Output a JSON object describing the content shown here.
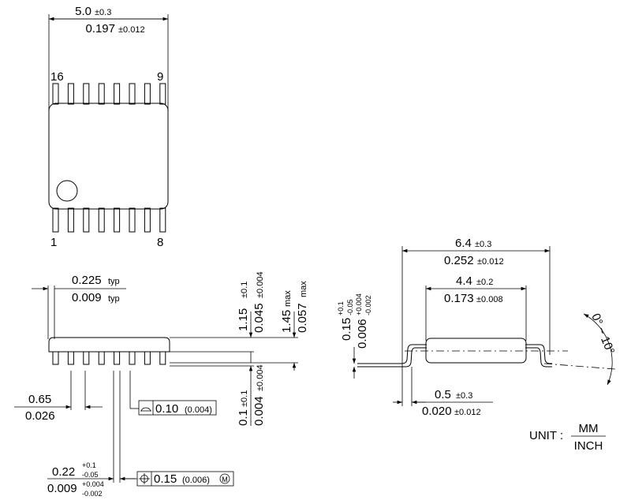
{
  "top_view": {
    "width_mm": "5.0",
    "width_mm_tol": "±0.3",
    "width_in": "0.197",
    "width_in_tol": "±0.012",
    "pin_16": "16",
    "pin_9": "9",
    "pin_1": "1",
    "pin_8": "8"
  },
  "side_view": {
    "lead_width_top_mm": "0.225",
    "lead_width_top_mm_note": "typ",
    "lead_width_top_in": "0.009",
    "lead_width_top_in_note": "typ",
    "body_th_mm": "1.15",
    "body_th_mm_tol": "±0.1",
    "body_th_in": "0.045",
    "body_th_in_tol": "±0.004",
    "max_h_mm": "1.45",
    "max_h_mm_note": "max",
    "max_h_in": "0.057",
    "max_h_in_note": "max",
    "standoff_mm": "0.1",
    "standoff_mm_tol": "±0.1",
    "standoff_in": "0.004",
    "standoff_in_tol": "±0.004",
    "pitch_mm": "0.65",
    "pitch_in": "0.026",
    "flatness_value": "0.10",
    "flatness_in": "(0.004)",
    "lead_w_mm": "0.22",
    "lead_w_mm_plus": "+0.1",
    "lead_w_mm_minus": "-0.05",
    "lead_w_in": "0.009",
    "lead_w_in_plus": "+0.004",
    "lead_w_in_minus": "-0.002",
    "position_value": "0.15",
    "position_in": "(0.006)",
    "mmc_symbol": "M"
  },
  "end_view": {
    "span_mm": "6.4",
    "span_mm_tol": "±0.3",
    "span_in": "0.252",
    "span_in_tol": "±0.012",
    "body_w_mm": "4.4",
    "body_w_mm_tol": "±0.2",
    "body_w_in": "0.173",
    "body_w_in_tol": "±0.008",
    "lead_th_mm": "0.15",
    "lead_th_mm_plus": "+0.1",
    "lead_th_mm_minus": "-0.05",
    "lead_th_in": "0.006",
    "lead_th_in_plus": "+0.004",
    "lead_th_in_minus": "-0.002",
    "foot_mm": "0.5",
    "foot_mm_tol": "±0.3",
    "foot_in": "0.020",
    "foot_in_tol": "±0.012",
    "angle": "0° ~ 10°"
  },
  "unit": {
    "label": "UNIT :",
    "top": "MM",
    "bottom": "INCH"
  }
}
